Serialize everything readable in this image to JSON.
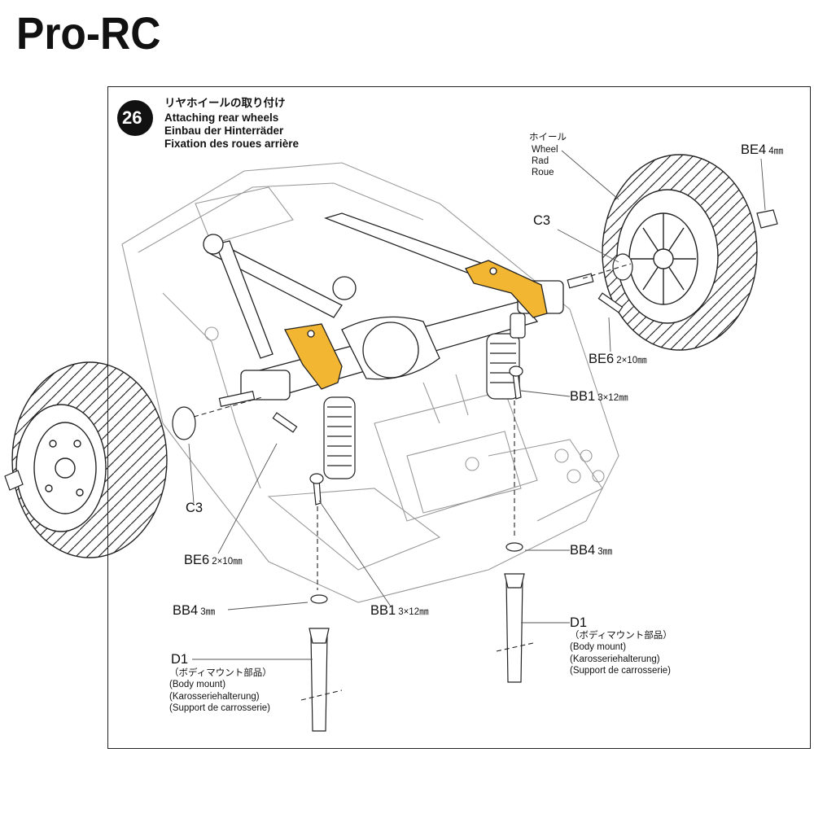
{
  "brand": "Pro-RC",
  "step": {
    "number": "26",
    "title_jp": "リヤホイールの取り付け",
    "title_en": "Attaching rear wheels",
    "title_de": "Einbau der Hinterräder",
    "title_fr": "Fixation des roues arrière"
  },
  "wheel_label": {
    "jp": "ホイール",
    "en": "Wheel",
    "de": "Rad",
    "fr": "Roue"
  },
  "parts": {
    "be4": {
      "code": "BE4",
      "size": "4㎜"
    },
    "c3_right": {
      "code": "C3"
    },
    "be6_right": {
      "code": "BE6",
      "size": "2×10㎜"
    },
    "bb1_right": {
      "code": "BB1",
      "size": "3×12㎜"
    },
    "bb4_right": {
      "code": "BB4",
      "size": "3㎜"
    },
    "d1_right": {
      "code": "D1",
      "jp": "（ボディマウント部品）",
      "en": "(Body mount)",
      "de": "(Karosseriehalterung)",
      "fr": "(Support de carrosserie)"
    },
    "c3_left": {
      "code": "C3"
    },
    "be6_left": {
      "code": "BE6",
      "size": "2×10㎜"
    },
    "bb4_left": {
      "code": "BB4",
      "size": "3㎜"
    },
    "bb1_left": {
      "code": "BB1",
      "size": "3×12㎜"
    },
    "d1_left": {
      "code": "D1",
      "jp": "（ボディマウント部品）",
      "en": "(Body mount)",
      "de": "(Karosseriehalterung)",
      "fr": "(Support de carrosserie)"
    }
  },
  "colors": {
    "highlight": "#f2b632",
    "line": "#222222",
    "leader": "#555555"
  }
}
